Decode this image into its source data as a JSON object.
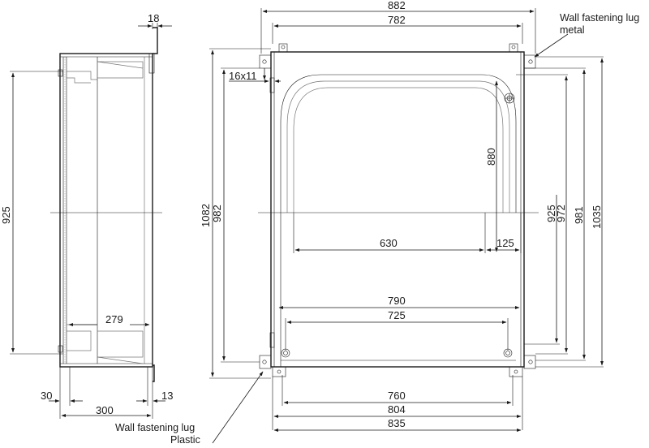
{
  "dimensions": {
    "side_d18": "18",
    "side_h925": "925",
    "side_d279": "279",
    "side_d30": "30",
    "side_d300": "300",
    "side_d13": "13",
    "front_w882": "882",
    "front_w782": "782",
    "front_slot": "16x11",
    "front_h1082": "1082",
    "front_h982": "982",
    "front_h880": "880",
    "front_w630": "630",
    "front_w125": "125",
    "front_h925": "925",
    "front_h972": "972",
    "front_h981": "981",
    "front_h1035": "1035",
    "front_w790": "790",
    "front_w725": "725",
    "front_w760": "760",
    "front_w804": "804",
    "front_w835": "835"
  },
  "notes": {
    "metal_lug_line1": "Wall fastening lug",
    "metal_lug_line2": "metal",
    "plastic_lug_line1": "Wall fastening lug",
    "plastic_lug_line2": "Plastic"
  }
}
